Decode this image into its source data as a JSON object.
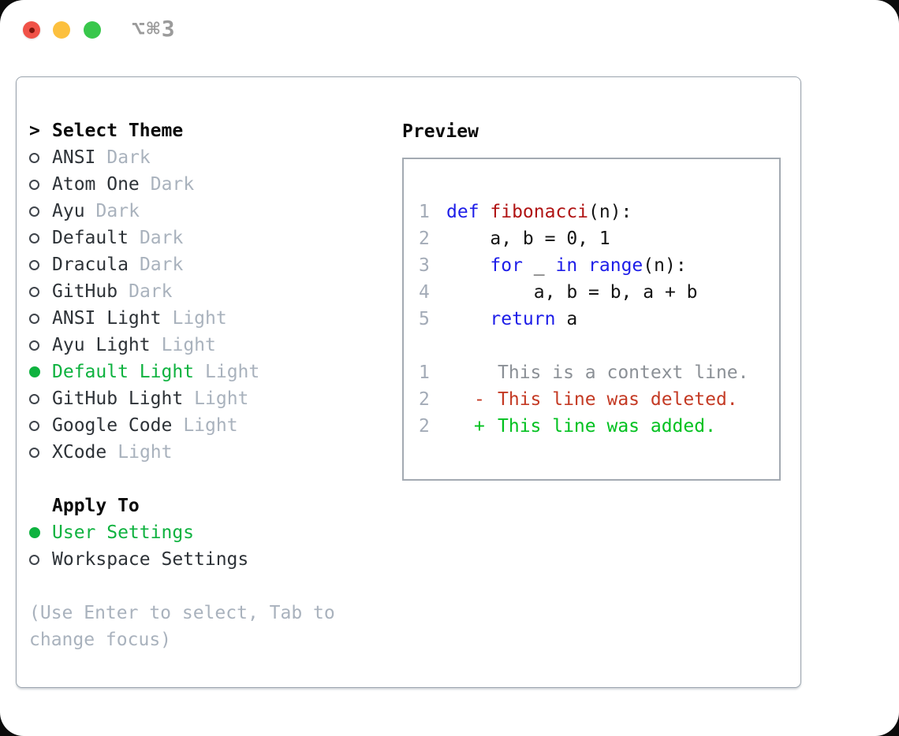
{
  "titlebar": {
    "shortcut": "⌥⌘3"
  },
  "theme_list": {
    "header": {
      "prefix": ">",
      "label": "Select Theme"
    },
    "items": [
      {
        "name": "ANSI",
        "tag": "Dark",
        "selected": false
      },
      {
        "name": "Atom One",
        "tag": "Dark",
        "selected": false
      },
      {
        "name": "Ayu",
        "tag": "Dark",
        "selected": false
      },
      {
        "name": "Default",
        "tag": "Dark",
        "selected": false
      },
      {
        "name": "Dracula",
        "tag": "Dark",
        "selected": false
      },
      {
        "name": "GitHub",
        "tag": "Dark",
        "selected": false
      },
      {
        "name": "ANSI Light",
        "tag": "Light",
        "selected": false
      },
      {
        "name": "Ayu Light",
        "tag": "Light",
        "selected": false
      },
      {
        "name": "Default Light",
        "tag": "Light",
        "selected": true
      },
      {
        "name": "GitHub Light",
        "tag": "Light",
        "selected": false
      },
      {
        "name": "Google Code",
        "tag": "Light",
        "selected": false
      },
      {
        "name": "XCode",
        "tag": "Light",
        "selected": false
      }
    ]
  },
  "apply_to": {
    "label": "Apply To",
    "options": [
      {
        "label": "User Settings",
        "selected": true
      },
      {
        "label": "Workspace Settings",
        "selected": false
      }
    ]
  },
  "help": {
    "line1": "(Use Enter to select, Tab to",
    "line2": "change focus)"
  },
  "preview": {
    "title": "Preview",
    "code": [
      {
        "num": "1",
        "segments": [
          {
            "text": "def ",
            "cls": "kw"
          },
          {
            "text": "fibonacci",
            "cls": "fn"
          },
          {
            "text": "(n):",
            "cls": "pl"
          }
        ]
      },
      {
        "num": "2",
        "segments": [
          {
            "text": "    a, b = 0, 1",
            "cls": "pl"
          }
        ]
      },
      {
        "num": "3",
        "segments": [
          {
            "text": "    ",
            "cls": "pl"
          },
          {
            "text": "for",
            "cls": "kw"
          },
          {
            "text": " _ ",
            "cls": "pl"
          },
          {
            "text": "in",
            "cls": "kw"
          },
          {
            "text": " ",
            "cls": "pl"
          },
          {
            "text": "range",
            "cls": "kw"
          },
          {
            "text": "(n):",
            "cls": "pl"
          }
        ]
      },
      {
        "num": "4",
        "segments": [
          {
            "text": "        a, b = b, a + b",
            "cls": "pl"
          }
        ]
      },
      {
        "num": "5",
        "segments": [
          {
            "text": "    ",
            "cls": "pl"
          },
          {
            "text": "return",
            "cls": "kw"
          },
          {
            "text": " a",
            "cls": "pl"
          }
        ]
      }
    ],
    "diff": [
      {
        "num": "1",
        "marker": "",
        "text": "This is a context line.",
        "kind": "context"
      },
      {
        "num": "2",
        "marker": "-",
        "text": "This line was deleted.",
        "kind": "deleted"
      },
      {
        "num": "2",
        "marker": "+",
        "text": "This line was added.",
        "kind": "added"
      }
    ]
  },
  "colors": {
    "selection_green": "#0eb23f",
    "added_green": "#02c120",
    "deleted_red": "#c43a24",
    "keyword_blue": "#1d1de8",
    "function_red": "#b01313",
    "context_gray": "#8b9096",
    "muted_gray": "#a9b2bd",
    "traffic_red": "#f05248",
    "traffic_yellow": "#fcc03e",
    "traffic_green": "#38c74b"
  }
}
